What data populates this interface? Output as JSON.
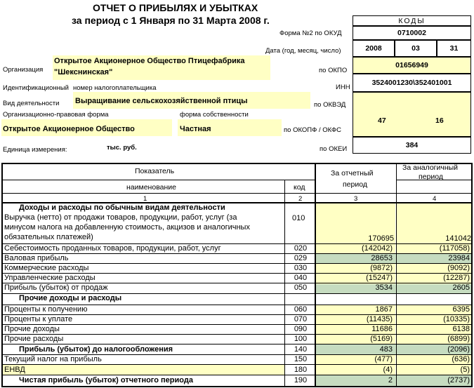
{
  "header": {
    "title_line1": "ОТЧЕТ О ПРИБЫЛЯХ И УБЫТКАХ",
    "title_line2": "за  период с 1 Января по 31 Марта 2008 г."
  },
  "codes": {
    "header": "КОДЫ",
    "okud_label": "Форма №2 по ОКУД",
    "okud": "0710002",
    "date_label": "Дата (год, месяц, число)",
    "year": "2008",
    "month": "03",
    "day": "31",
    "okpo_label": "по ОКПО",
    "okpo": "01656949",
    "inn_label": "ИНН",
    "inn": "3524001230\\352401001",
    "okved_label": "по ОКВЭД",
    "okopf_label": "по ОКОПФ / ОКФС",
    "okopf": "47",
    "okfs": "16",
    "okei_label": "по ОКЕИ",
    "okei": "384"
  },
  "org": {
    "org_label": "Организация",
    "org_name_1": "Открытое Акционерное Общество Птицефабрика",
    "org_name_2": "\"Шекснинская\"",
    "inn_caption_1": "Идентификационный",
    "inn_caption_2": "номер налогоплательщика",
    "activity_label": "Вид деятельности",
    "activity": "Выращивание сельскохозяйственной птицы",
    "legal_form_label": "Организационно-правовая форма",
    "ownership_label": "форма собственности",
    "legal_form": "Открытое Акционерное Общество",
    "ownership": "Частная",
    "unit_label": "Единица измерения:",
    "unit": "тыс. руб."
  },
  "table": {
    "head_indicator": "Показатель",
    "head_name": "наименование",
    "head_code": "код",
    "head_current_1": "За отчетный",
    "head_current_2": "период",
    "head_prev_1": "За аналогичный",
    "head_prev_2": "период",
    "num_1": "1",
    "num_2": "2",
    "num_3": "3",
    "num_4": "4",
    "section1": "Доходы и расходы по обычным видам деятельности",
    "revenue_1": "Выручка (нетто) от продажи товаров, продукции, работ, услуг (за",
    "revenue_2": "минусом налога на добавленную стоимость, акцизов и аналогичных",
    "revenue_3": "обязательных платежей)",
    "revenue_code": "010",
    "revenue_cur": "170695",
    "revenue_prev": "141042",
    "rows": [
      {
        "name": "Себестоимость проданных товаров, продукции, работ, услуг",
        "code": "020",
        "cur": "(142042)",
        "prev": "(117058)"
      },
      {
        "name": "Валовая прибыль",
        "code": "029",
        "cur": "28653",
        "prev": "23984"
      },
      {
        "name": "Коммерческие расходы",
        "code": "030",
        "cur": "(9872)",
        "prev": "(9092)"
      },
      {
        "name": "Управленческие расходы",
        "code": "040",
        "cur": "(15247)",
        "prev": "(12287)"
      },
      {
        "name": "Прибыль (убыток) от продаж",
        "code": "050",
        "cur": "3534",
        "prev": "2605"
      }
    ],
    "section2": "Прочие доходы и расходы",
    "rows2": [
      {
        "name": "Проценты к получению",
        "code": "060",
        "cur": "1867",
        "prev": "6395"
      },
      {
        "name": "Проценты к уплате",
        "code": "070",
        "cur": "(11435)",
        "prev": "(10335)"
      },
      {
        "name": "Прочие доходы",
        "code": "090",
        "cur": "11686",
        "prev": "6138"
      },
      {
        "name": "Прочие расходы",
        "code": "100",
        "cur": "(5169)",
        "prev": "(6899)"
      },
      {
        "name": "Прибыль (убыток) до налогообложения",
        "code": "140",
        "cur": "483",
        "prev": "(2096)"
      },
      {
        "name": "Текущий налог на прибыль",
        "code": "150",
        "cur": "(477)",
        "prev": "(636)"
      },
      {
        "name": "ЕНВД",
        "code": "180",
        "cur": "(4)",
        "prev": "(5)"
      },
      {
        "name": "Чистая прибыль (убыток) отчетного периода",
        "code": "190",
        "cur": "2",
        "prev": "(2737)"
      }
    ]
  }
}
